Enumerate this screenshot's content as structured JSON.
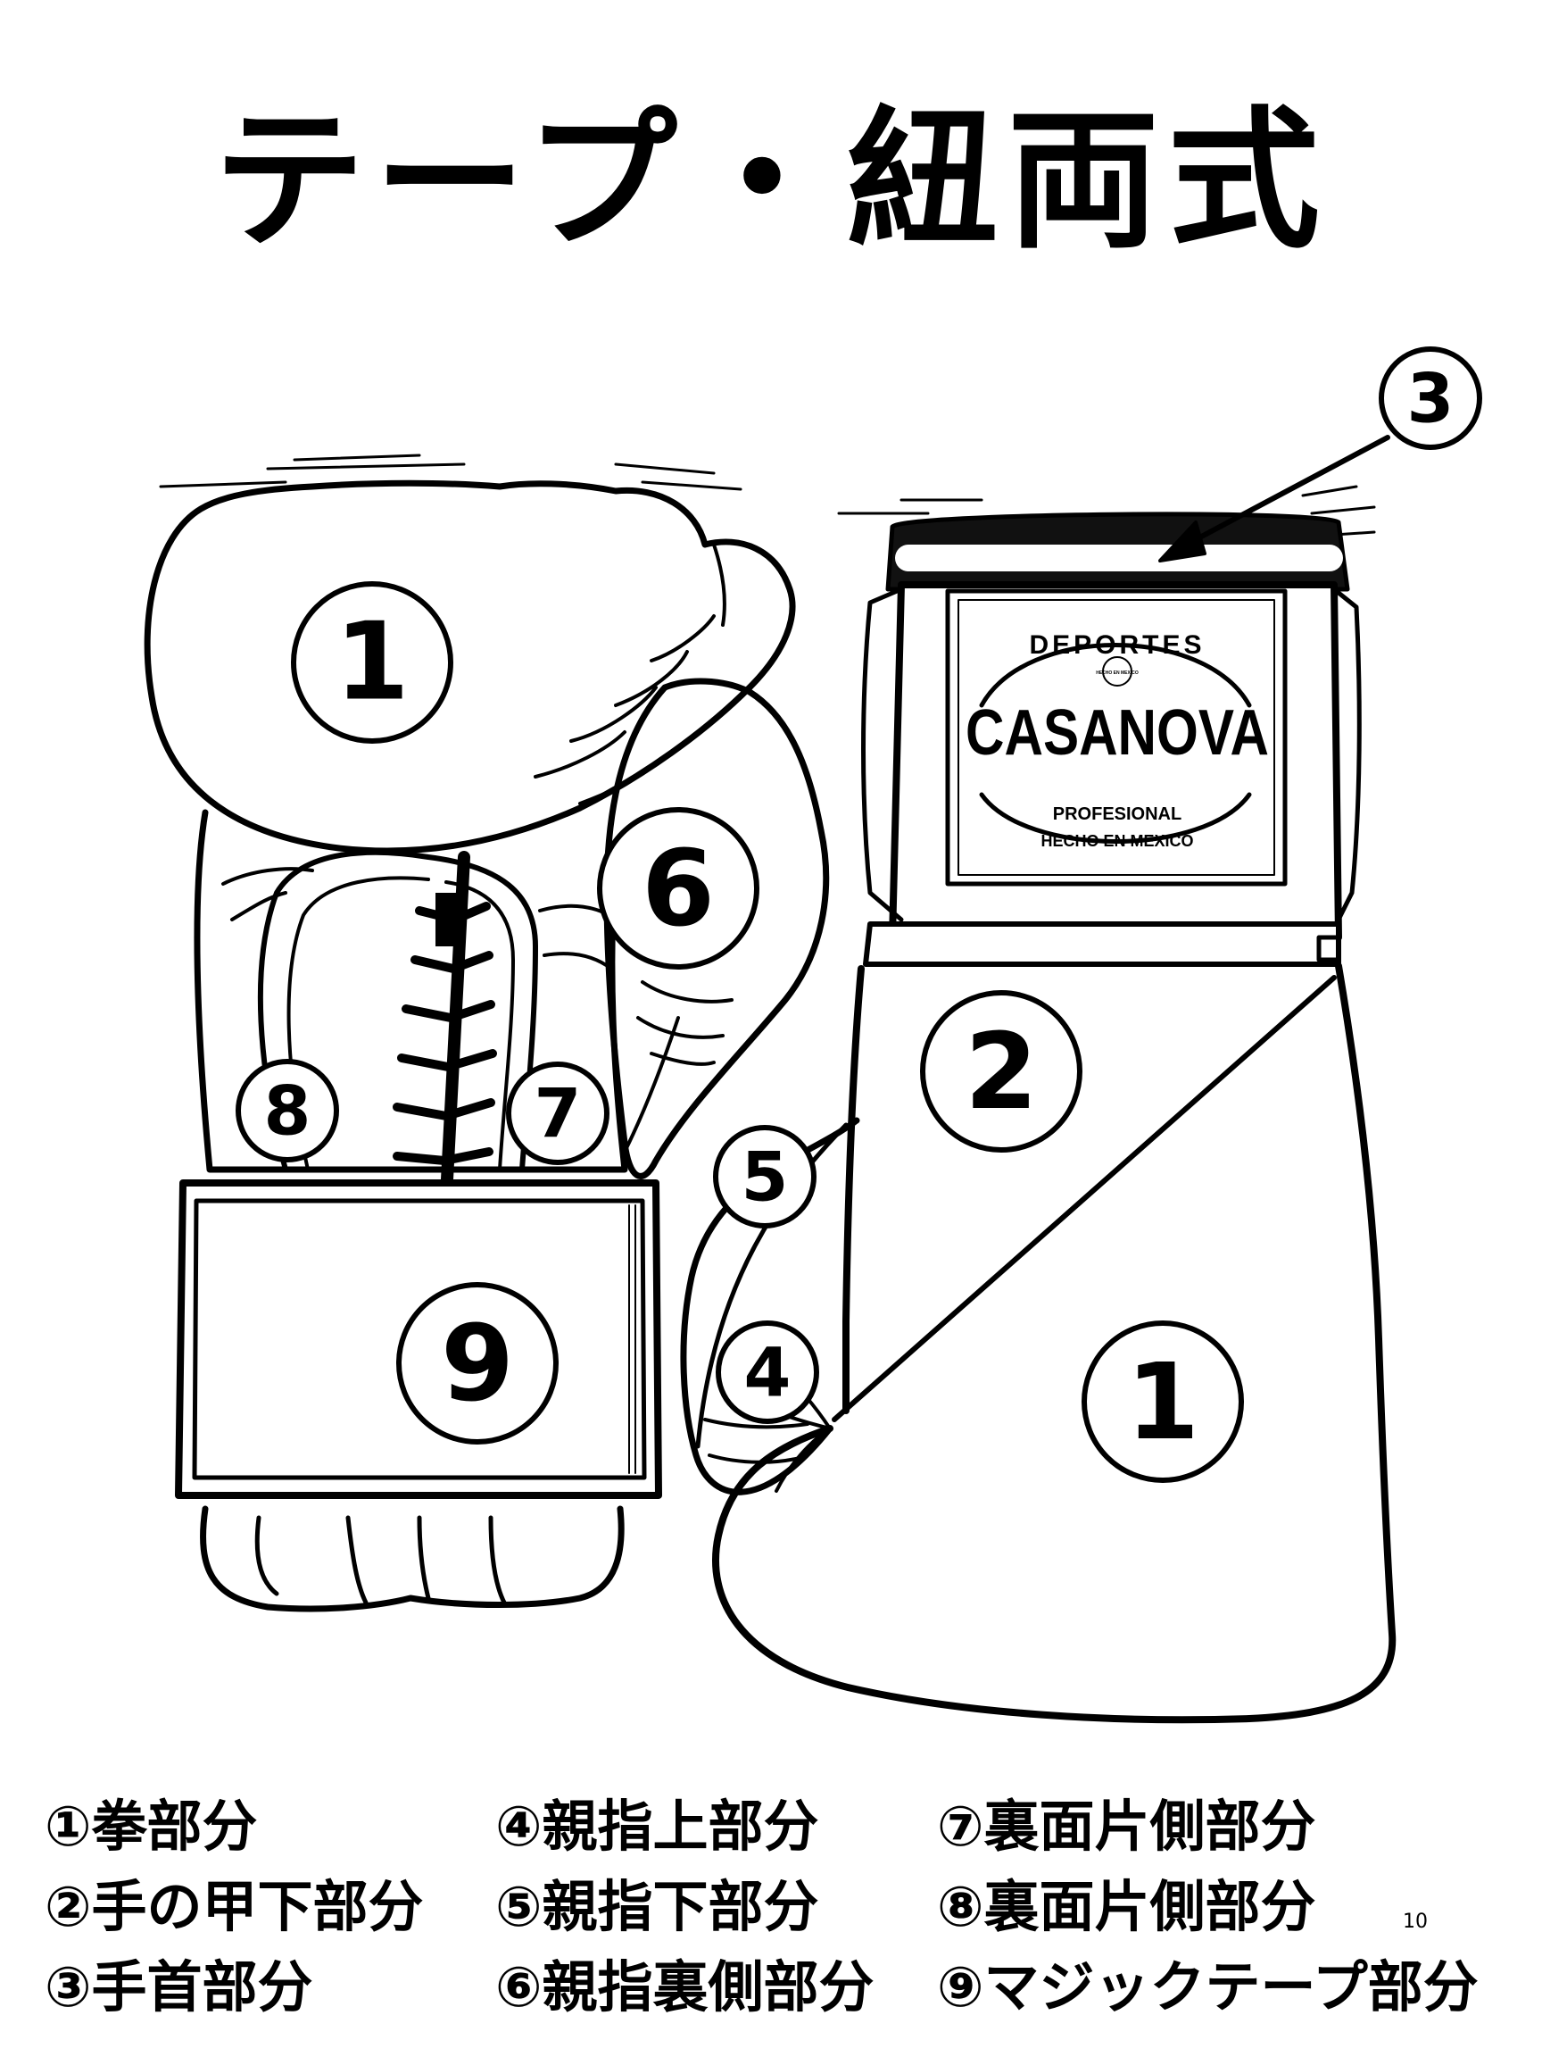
{
  "title": "テープ・紐両式",
  "page_number": "10",
  "logo": {
    "top_text": "DEPORTES",
    "brand": "CASANOVA",
    "line1": "PROFESIONAL",
    "line2": "HECHO EN MEXICO",
    "seal": "HECHO EN MEXICO"
  },
  "markers": {
    "m1a": "1",
    "m6": "6",
    "m8": "8",
    "m7": "7",
    "m9": "9",
    "m3": "3",
    "m2": "2",
    "m5": "5",
    "m4": "4",
    "m1b": "1"
  },
  "legend": [
    "①拳部分",
    "④親指上部分",
    "⑦裏面片側部分",
    "②手の甲下部分",
    "⑤親指下部分",
    "⑧裏面片側部分",
    "③手首部分",
    "⑥親指裏側部分",
    "⑨マジックテープ部分"
  ]
}
